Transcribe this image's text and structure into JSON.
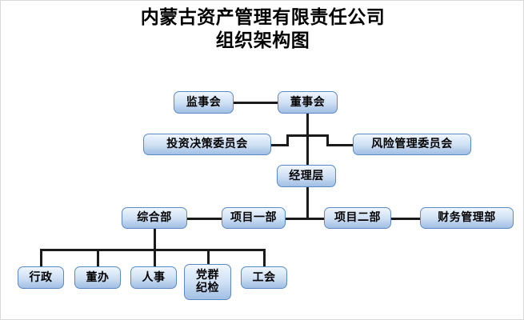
{
  "document": {
    "title_line1": "内蒙古资产管理有限责任公司",
    "title_line2": "组织架构图",
    "background_color": "#ffffff",
    "node_border_color": "#5a8ac6",
    "node_fill_top_color": "#f2f7fd",
    "node_fill_bottom_color": "#a3c0e4",
    "connector_color": "#1a1a1a"
  },
  "chart_data": {
    "type": "org-chart",
    "title": "内蒙古资产管理有限责任公司 组织架构图",
    "levels": [
      {
        "level": 1,
        "nodes": [
          {
            "id": "supervisory-board",
            "label": "监事会"
          },
          {
            "id": "board-of-directors",
            "label": "董事会"
          }
        ]
      },
      {
        "level": 2,
        "nodes": [
          {
            "id": "investment-decision-committee",
            "label": "投资决策委员会"
          },
          {
            "id": "risk-management-committee",
            "label": "风险管理委员会"
          }
        ]
      },
      {
        "level": 3,
        "nodes": [
          {
            "id": "management-level",
            "label": "经理层"
          }
        ]
      },
      {
        "level": 4,
        "nodes": [
          {
            "id": "general-affairs-dept",
            "label": "综合部"
          },
          {
            "id": "project-dept-1",
            "label": "项目一部"
          },
          {
            "id": "project-dept-2",
            "label": "项目二部"
          },
          {
            "id": "finance-management-dept",
            "label": "财务管理部"
          }
        ]
      },
      {
        "level": 5,
        "nodes": [
          {
            "id": "administration",
            "label": "行政"
          },
          {
            "id": "board-office",
            "label": "董办"
          },
          {
            "id": "human-resources",
            "label": "人事"
          },
          {
            "id": "party-discipline",
            "label": "党群纪检",
            "label_line1": "党群",
            "label_line2": "纪检"
          },
          {
            "id": "labor-union",
            "label": "工会"
          }
        ]
      }
    ],
    "edges": [
      {
        "from": "supervisory-board",
        "to": "board-of-directors"
      },
      {
        "from": "board-of-directors",
        "to": "investment-decision-committee"
      },
      {
        "from": "board-of-directors",
        "to": "risk-management-committee"
      },
      {
        "from": "board-of-directors",
        "to": "management-level"
      },
      {
        "from": "management-level",
        "to": "general-affairs-dept"
      },
      {
        "from": "management-level",
        "to": "project-dept-1"
      },
      {
        "from": "management-level",
        "to": "project-dept-2"
      },
      {
        "from": "project-dept-2",
        "to": "finance-management-dept"
      },
      {
        "from": "general-affairs-dept",
        "to": "administration"
      },
      {
        "from": "general-affairs-dept",
        "to": "board-office"
      },
      {
        "from": "general-affairs-dept",
        "to": "human-resources"
      },
      {
        "from": "general-affairs-dept",
        "to": "party-discipline"
      },
      {
        "from": "general-affairs-dept",
        "to": "labor-union"
      }
    ]
  }
}
